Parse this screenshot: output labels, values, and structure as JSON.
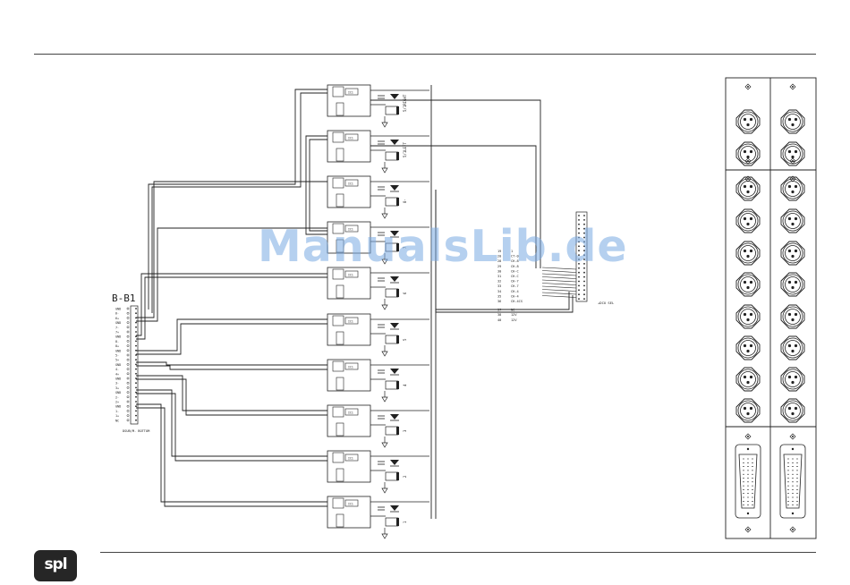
{
  "watermark": "ManualsLib.de",
  "logo_text": "spl",
  "connector": {
    "title": "B-B1",
    "caption": "DSUB/M. BOTTOM",
    "pins": [
      "GND",
      "6-",
      "6+",
      "GND",
      "7-",
      "7+",
      "GND",
      "8-",
      "8+",
      "GND",
      "5-",
      "5+",
      "GND",
      "4-",
      "4+",
      "GND",
      "3-",
      "3+",
      "GND",
      "2-",
      "2+",
      "GND",
      "1-",
      "1+",
      "NC"
    ]
  },
  "channels": [
    "5/1RIGHT",
    "5/1LEFT",
    "8-",
    "7",
    "6",
    "5",
    "4",
    "3",
    "2",
    "1"
  ],
  "pinout": {
    "rows": [
      {
        "num": "19",
        "sig": "1"
      },
      {
        "num": "20",
        "sig": "CT-0"
      },
      {
        "num": "28",
        "sig": "CH-8"
      },
      {
        "num": "29",
        "sig": "CH-8"
      },
      {
        "num": "30",
        "sig": "CH-C"
      },
      {
        "num": "31",
        "sig": "CH-C"
      },
      {
        "num": "32",
        "sig": "CH-7"
      },
      {
        "num": "33",
        "sig": "CH-7"
      },
      {
        "num": "34",
        "sig": "CH-4"
      },
      {
        "num": "35",
        "sig": "CH-4"
      },
      {
        "num": "36",
        "sig": "CH-4CS"
      },
      {
        "num": "37",
        "sig": "NC"
      },
      {
        "num": "38",
        "sig": "12V"
      },
      {
        "num": "40",
        "sig": "12V"
      }
    ],
    "label": "+DCU SEL"
  },
  "colors": {
    "ink": "#222222",
    "logo_bg": "#262626",
    "watermark": "#78aae1"
  }
}
